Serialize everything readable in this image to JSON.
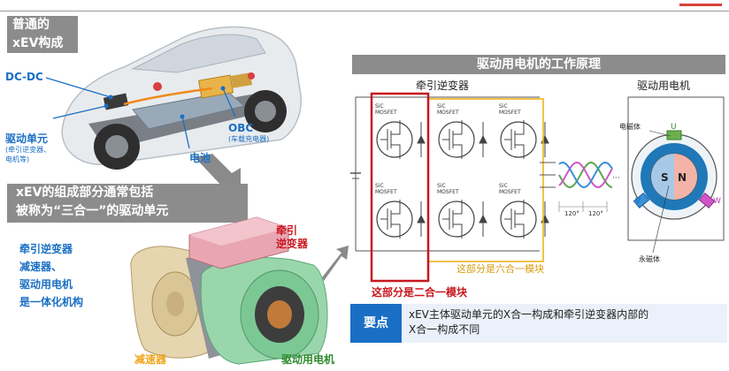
{
  "labels": {
    "title_top": [
      "普通的",
      "xEV构成"
    ],
    "dcdc": "DC-DC",
    "drive_unit": "驱动单元",
    "drive_unit_sub": [
      "(牵引逆变器、",
      "电机等)"
    ],
    "battery": "电池",
    "obc": "OBC",
    "obc_sub": "(车载充电器)",
    "title_mid": [
      "xEV的组成部分通常包括",
      "被称为“三合一”的驱动单元"
    ],
    "left_list": [
      "牵引逆变器",
      "减速器、",
      "驱动用电机",
      "是一体化机构"
    ],
    "traction_inverter_vert": [
      "牵引",
      "逆变器"
    ],
    "reducer": "减速器",
    "drive_motor_bottom": "驱动用电机"
  },
  "diagram": {
    "section_title": "驱动用电机的工作原理",
    "inverter_title": "牵引逆变器",
    "motor_title": "驱动用电机",
    "mosfet_label": [
      "SiC",
      "MOSFET"
    ],
    "six_in_one": "这部分是六合一模块",
    "two_in_one": "这部分是二合一模块",
    "electromagnet": "电磁体",
    "permanent_magnet": "永磁体",
    "phase_u": "U",
    "phase_v": "V",
    "phase_w": "W",
    "pole_s": "S",
    "pole_n": "N",
    "angle1": "120°",
    "angle2": "120°"
  },
  "keypoint": {
    "label": "要点",
    "text": [
      "xEV主体驱动单元的X合一构成和牵引逆变器内部的",
      "X合一构成不同"
    ]
  },
  "colors": {
    "accent_blue": "#1a6fc4",
    "red": "#c8171e",
    "orange": "#f0a41a",
    "green": "#2e8b2e",
    "gray_label": "#8c8c8c"
  }
}
